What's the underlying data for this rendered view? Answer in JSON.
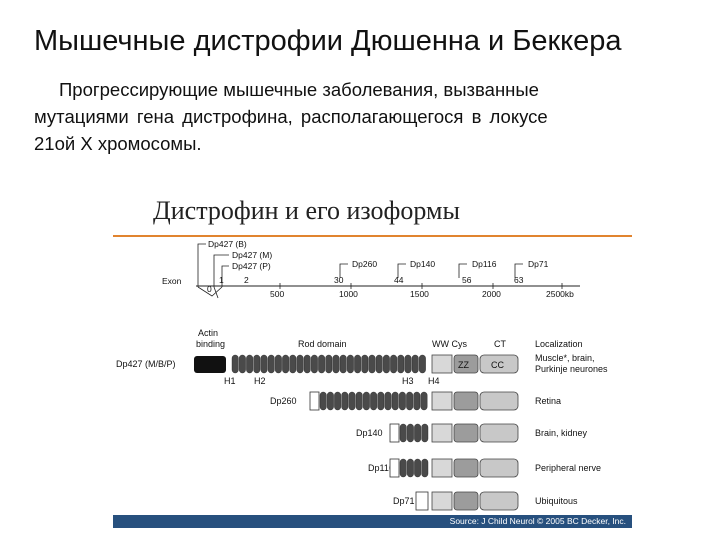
{
  "slide": {
    "title": "Мышечные дистрофии Дюшенна и Беккера",
    "description_lines": [
      "Прогрессирующие мышечные заболевания, вызванные",
      "мутациями гена дистрофина,  располагающегося  в  локусе",
      "21ой Х хромосомы."
    ],
    "figure_title": "Дистрофин и его изоформы"
  },
  "gene_map": {
    "promoters": [
      "Dp427 (B)",
      "Dp427 (M)",
      "Dp427 (P)"
    ],
    "internal_promoters": [
      "Dp260",
      "Dp140",
      "Dp116",
      "Dp71"
    ],
    "exon_label": "Exon",
    "exon_numbers": [
      "0",
      "1",
      "2",
      "30",
      "44",
      "56",
      "63"
    ],
    "scale_ticks": [
      "500",
      "1000",
      "1500",
      "2000",
      "2500kb"
    ]
  },
  "domains": {
    "actin_binding": "Actin\nbinding",
    "rod_domain": "Rod domain",
    "ww": "WW Cys",
    "ct": "CT",
    "localization_header": "Localization",
    "hinges": [
      "H1",
      "H2",
      "H3",
      "H4"
    ],
    "zz": "ZZ",
    "cc": "CC"
  },
  "isoforms": [
    {
      "name": "Dp427 (M/B/P)",
      "localization": "Muscle*, brain,\nPurkinje neurones"
    },
    {
      "name": "Dp260",
      "localization": "Retina"
    },
    {
      "name": "Dp140",
      "localization": "Brain, kidney"
    },
    {
      "name": "Dp116",
      "localization": "Peripheral nerve"
    },
    {
      "name": "Dp71",
      "localization": "Ubiquitous"
    }
  ],
  "source": "Source: J Child Neurol © 2005 BC Decker, Inc.",
  "colors": {
    "rule": "#e1842f",
    "footer": "#27507e",
    "rod_dark": "#4a4a4a",
    "actin": "#111111"
  }
}
